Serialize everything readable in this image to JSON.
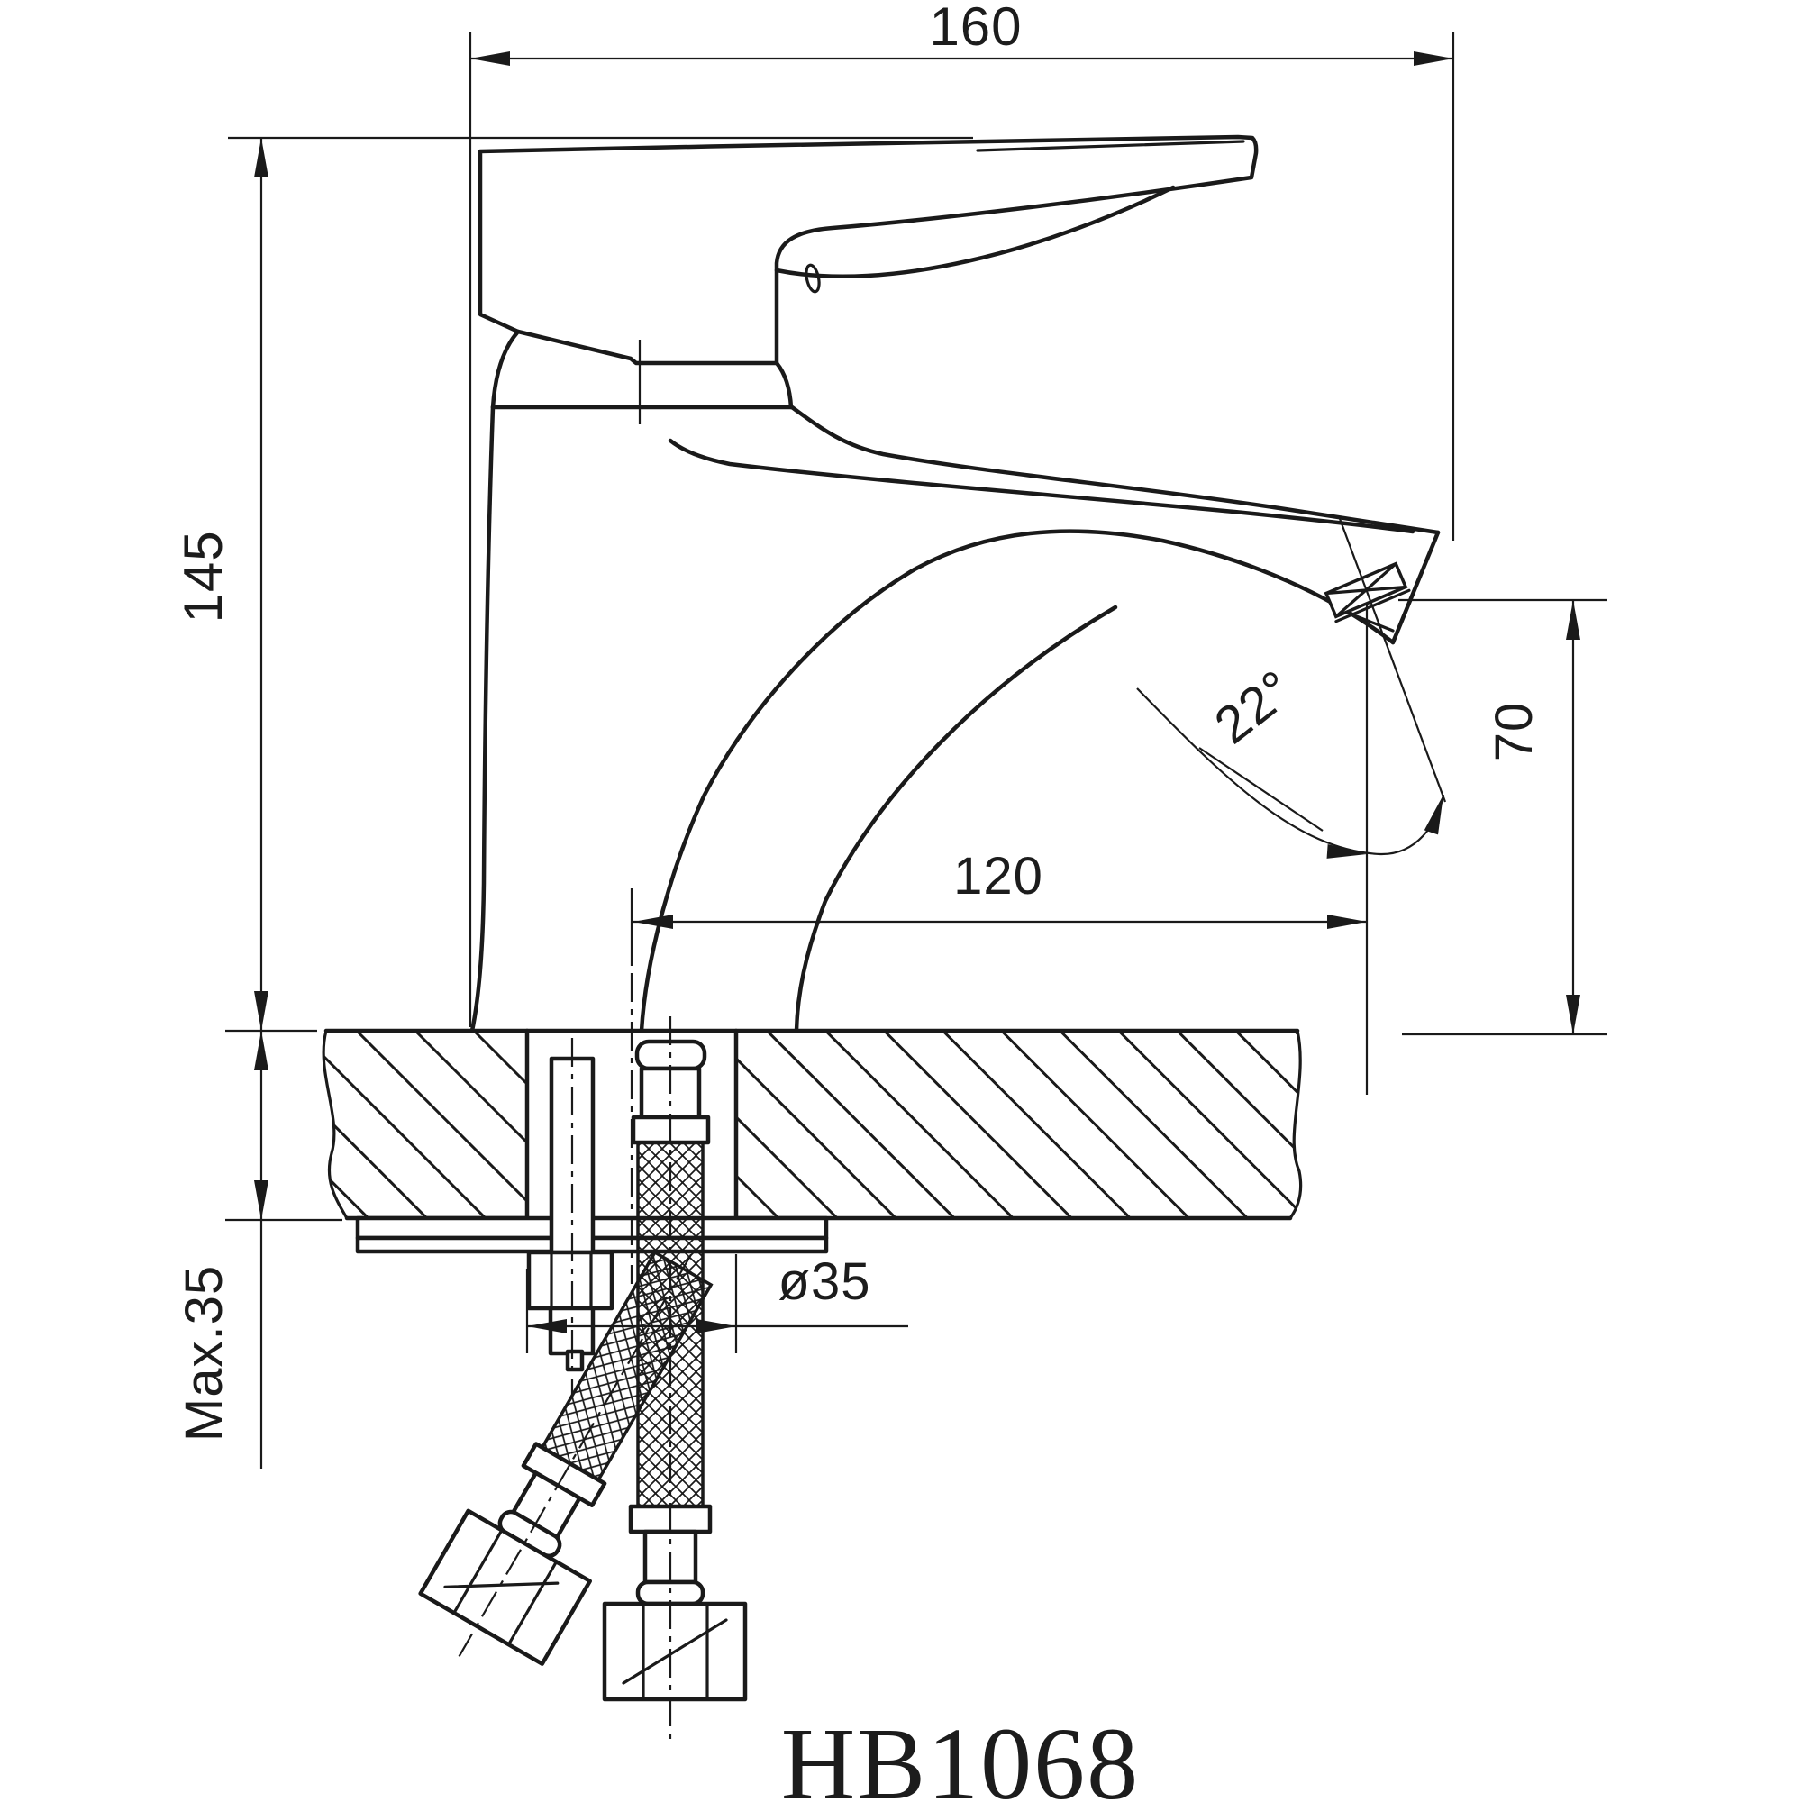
{
  "drawing": {
    "model": "HB1068",
    "dimensions": {
      "overall_width": "160",
      "overall_height": "145",
      "spout_angle": "22°",
      "spout_height": "70",
      "spout_reach": "120",
      "hole_diameter": "ø35",
      "max_deck_thickness": "Max.35"
    }
  }
}
